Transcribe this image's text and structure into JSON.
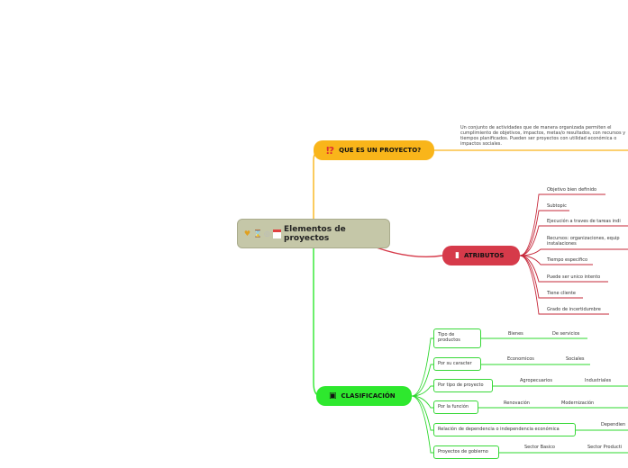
{
  "central": {
    "title": "Elementos de proyectos",
    "icons": [
      "heart-icon",
      "hourglass-icon",
      "spiral-icon",
      "calendar-icon"
    ]
  },
  "que_es": {
    "title": "QUE ES UN PROYECTO?",
    "icon": "⁉️",
    "description": "Un conjunto de actividades que de manera organizada permiten el cumplimiento de objetivos, impactos, metas/o resultados, con recursos y tiempos planificados. Pueden ser proyectos con utilidad económica o impactos sociales."
  },
  "atributos": {
    "title": "ATRIBUTOS",
    "items": [
      "Objetivo bien definido",
      "Subtopic",
      "Ejecución a traves de tareas indi",
      "Recursos: organizaciones, equip",
      "instalaciones",
      "Tiempo especifico",
      "Puede ser unico intento",
      "Tiene cliente",
      "Grado de incertidumbre"
    ]
  },
  "clasificacion": {
    "title": "CLASIFICACIÓN",
    "groups": [
      {
        "label": "Tipo de productos",
        "leaves": [
          "Bienes",
          "De servicios"
        ]
      },
      {
        "label": "Por su caracter",
        "leaves": [
          "Economicos",
          "Sociales"
        ]
      },
      {
        "label": "Por tipo de proyecto",
        "leaves": [
          "Agropecuarios",
          "Industriales"
        ]
      },
      {
        "label": "Por la función",
        "leaves": [
          "Renovación",
          "Modernización"
        ]
      },
      {
        "label": "Relación de dependencia o independencia económica",
        "leaves": [
          "Dependien"
        ]
      },
      {
        "label": "Proyectos de gobierno",
        "leaves": [
          "Sector Basico",
          "Sector Producti"
        ]
      }
    ]
  },
  "colors": {
    "orange": "#f9b51a",
    "red": "#d63a4a",
    "green": "#2ee82e",
    "central": "#c5c7a8"
  }
}
